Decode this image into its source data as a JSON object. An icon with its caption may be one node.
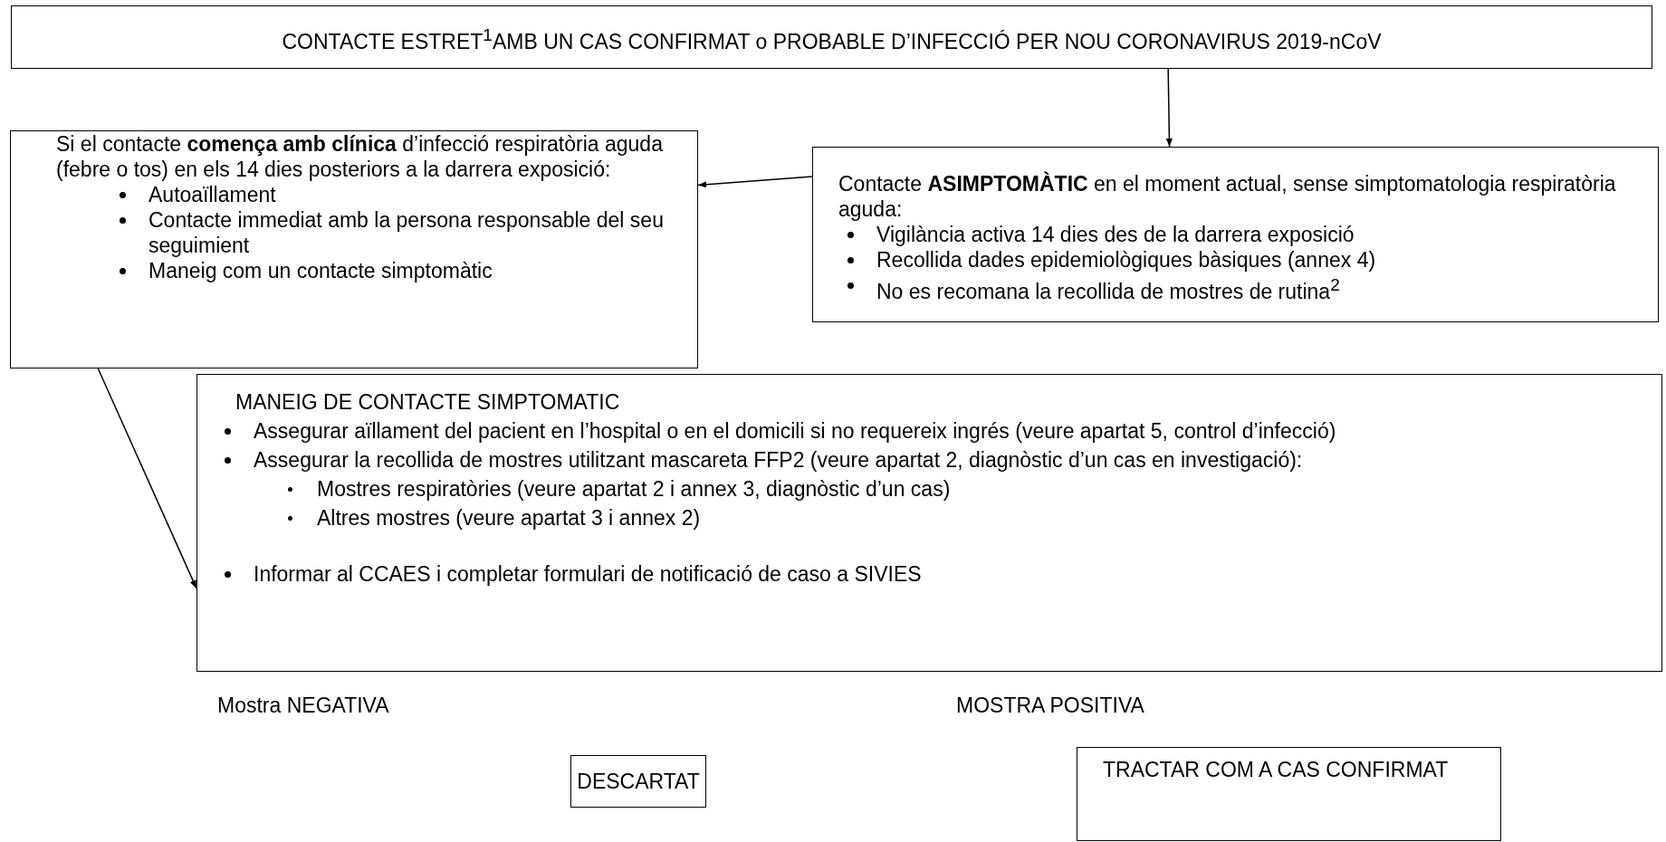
{
  "diagram": {
    "nodes": [
      {
        "text": [
          "CONTACTE ESTRET$^{1}$AMB UN CAS CONFIRMAT o PROBABLE D’INFECCIÓ PER NOU CORONAVIRUS 2019-nCoV"
        ]
      },
      {
        "text": [
          "Si el contacte **comença amb clínica** d’infecció respiratòria aguda (febre o tos) en els 14 dies posteriors a la darrera exposició:",
          "Autoaïllament",
          "Contacte immediat amb la persona responsable del seu seguimient",
          "Maneig com un contacte simptomàtic"
        ]
      },
      {
        "text": [
          "Contacte **ASIMPTOMÀTIC** en el moment actual, sense simptomatologia respiratòria aguda:",
          "Vigilància activa 14 dies des de la darrera exposició",
          "Recollida dades epidemiològiques bàsiques (annex 4)",
          "No es recomana la recollida de mostres de rutina$^{2}$"
        ]
      },
      {
        "text": [
          "MANEIG DE CONTACTE SIMPTOMATIC",
          "Assegurar aïllament del pacient en l’hospital o en el domicili si no requereix ingrés (veure apartat 5, control d’infecció)",
          "Assegurar la recollida de mostres utilitzant mascareta FFP2 (veure apartat 2, diagnòstic d’un cas en investigació):",
          "Mostres respiratòries (veure apartat 2 i annex 3, diagnòstic d’un cas)",
          "Altres mostres (veure apartat 3 i annex 2)",
          "Informar al CCAES  i completar formulari de notificació de caso a SIVIES"
        ]
      },
      {
        "text": [
          "DESCARTAT"
        ]
      },
      {
        "text": [
          "TRACTAR COM A CAS CONFIRMAT"
        ]
      }
    ],
    "edges": [
      {
        "from": 0,
        "to": 2,
        "arrow": "to"
      },
      {
        "from": 2,
        "to": 1,
        "arrow": "to"
      },
      {
        "from": 1,
        "to": 3,
        "arrow": "to"
      }
    ],
    "labels": [
      "Mostra NEGATIVA",
      "MOSTRA POSITIVA"
    ]
  }
}
